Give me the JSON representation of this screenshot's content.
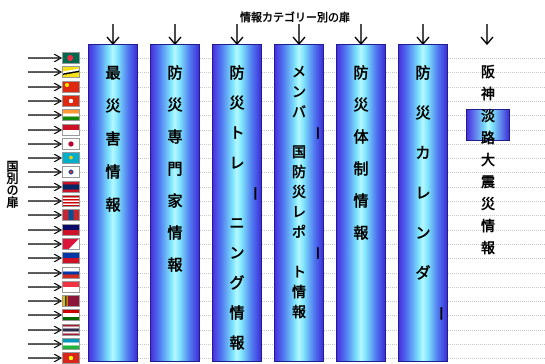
{
  "header": {
    "title": "情報カテゴリー別の扉"
  },
  "side_label": "国別の扉",
  "categories": [
    {
      "label": "最災害情報"
    },
    {
      "label": "防災専門家情報"
    },
    {
      "label": "防災トレーニング情報"
    },
    {
      "label": "メンバー国防災レポート情報"
    },
    {
      "label": "防災体制情報"
    },
    {
      "label": "防災カレンダー"
    },
    {
      "label": "阪神淡路大震災情報"
    }
  ],
  "country_doors": [
    {
      "flag": "bangladesh"
    },
    {
      "flag": "brunei"
    },
    {
      "flag": "china"
    },
    {
      "flag": "hong-kong"
    },
    {
      "flag": "india"
    },
    {
      "flag": "indonesia"
    },
    {
      "flag": "japan"
    },
    {
      "flag": "kazakhstan"
    },
    {
      "flag": "korea"
    },
    {
      "flag": "laos"
    },
    {
      "flag": "malaysia"
    },
    {
      "flag": "mongolia"
    },
    {
      "flag": "myanmar"
    },
    {
      "flag": "nepal"
    },
    {
      "flag": "philippines"
    },
    {
      "flag": "russia"
    },
    {
      "flag": "singapore"
    },
    {
      "flag": "sri-lanka"
    },
    {
      "flag": "tajikistan"
    },
    {
      "flag": "thailand"
    },
    {
      "flag": "uzbekistan"
    },
    {
      "flag": "vietnam"
    }
  ],
  "colors": {
    "pillar_edge": "#4030d8",
    "pillar_center": "#b6f6ff",
    "border": "#1e1e8e"
  }
}
